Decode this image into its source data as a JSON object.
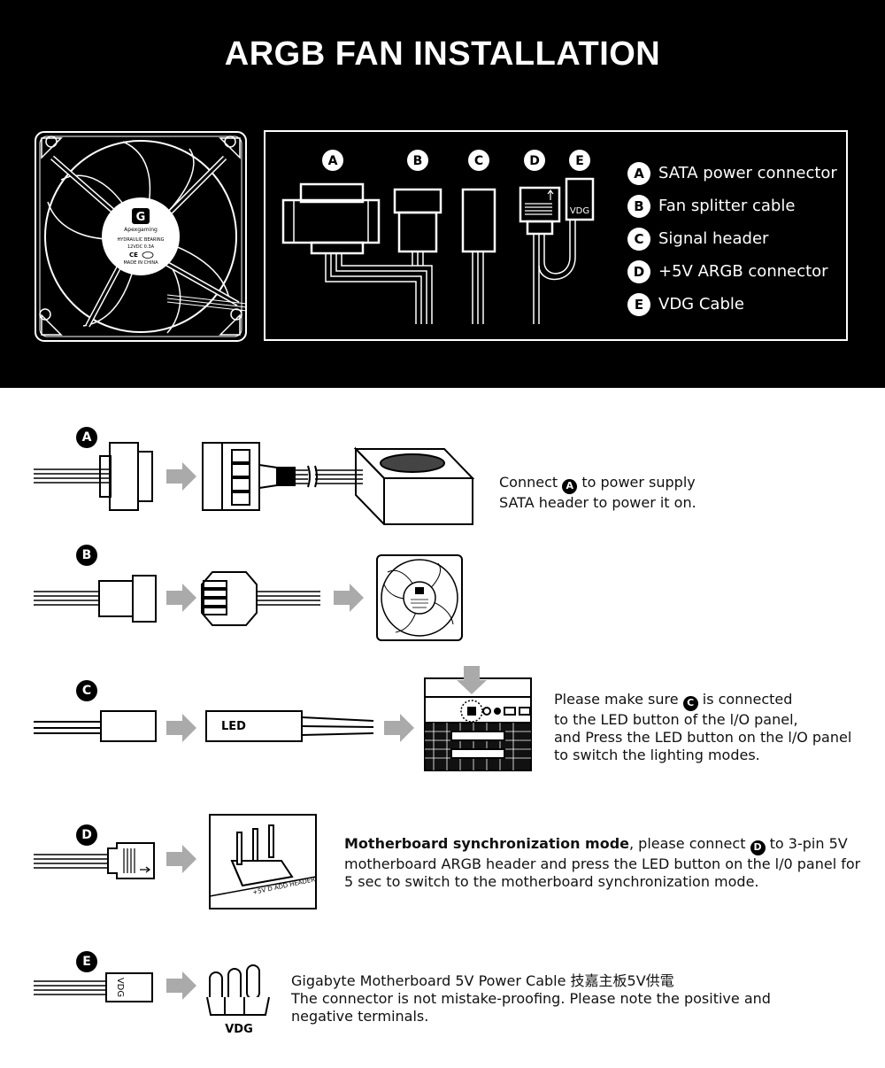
{
  "header": {
    "title": "ARGB FAN INSTALLATION"
  },
  "fan_label": {
    "brand": "Apexgaming",
    "line1": "HYDRAULIC BEARING",
    "line2": "12VDC 0.3A",
    "line3": "MADE IN CHINA"
  },
  "connectors": {
    "letters": [
      "A",
      "B",
      "C",
      "D",
      "E"
    ],
    "vdg_tag": "VDG"
  },
  "legend": [
    {
      "letter": "A",
      "label": "SATA power connector"
    },
    {
      "letter": "B",
      "label": "Fan splitter cable"
    },
    {
      "letter": "C",
      "label": "Signal header"
    },
    {
      "letter": "D",
      "label": "+5V ARGB connector"
    },
    {
      "letter": "E",
      "label": "VDG  Cable"
    }
  ],
  "steps": {
    "a": {
      "letter": "A",
      "line1_pre": "Connect",
      "line1_post": "to power supply",
      "line2": "SATA header to power it on."
    },
    "b": {
      "letter": "B"
    },
    "c": {
      "letter": "C",
      "led_label": "LED",
      "line1_pre": "Please make sure",
      "line1_post": "is connected",
      "line2": "to the LED button of the l/O panel,",
      "line3": "and Press the LED button on the l/O panel",
      "line4": "to switch the lighting modes."
    },
    "d": {
      "letter": "D",
      "header_label": "+5V D ADD HEADER",
      "bold_lead": "Motherboard synchronization mode",
      "line1_mid": ", please connect",
      "line1_post": "to 3-pin 5V",
      "line2": "motherboard ARGB header and press the LED button on the l/0 panel for",
      "line3": "5 sec to switch to the motherboard synchronization mode."
    },
    "e": {
      "letter": "E",
      "plug_label": "VDG",
      "header_label": "VDG",
      "line1": "Gigabyte Motherboard 5V Power Cable 技嘉主板5V供電",
      "line2": "The connector is not mistake-proofing. Please note the positive and",
      "line3": "negative terminals."
    }
  },
  "colors": {
    "arrow": "#aaaaaa",
    "dark": "#000000"
  }
}
